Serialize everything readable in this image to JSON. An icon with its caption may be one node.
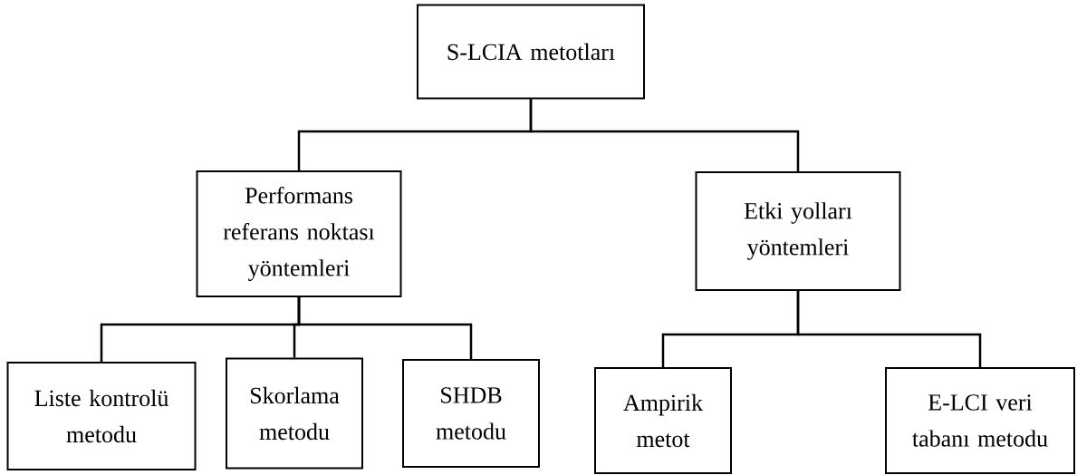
{
  "diagram": {
    "nodes": [
      {
        "text": [
          "S-LCIA metotları"
        ]
      },
      {
        "text": [
          "Performans referans noktası yöntemleri"
        ]
      },
      {
        "text": [
          "Etki yolları yöntemleri"
        ]
      },
      {
        "text": [
          "Liste kontrolü metodu"
        ]
      },
      {
        "text": [
          "Skorlama metodu"
        ]
      },
      {
        "text": [
          "SHDB metodu"
        ]
      },
      {
        "text": [
          "Ampirik metot"
        ]
      },
      {
        "text": [
          "E-LCI veri tabanı metodu"
        ]
      }
    ],
    "edges": [
      {
        "from": 0,
        "to": 1,
        "arrow": "none"
      },
      {
        "from": 0,
        "to": 2,
        "arrow": "none"
      },
      {
        "from": 1,
        "to": 3,
        "arrow": "none"
      },
      {
        "from": 1,
        "to": 4,
        "arrow": "none"
      },
      {
        "from": 1,
        "to": 5,
        "arrow": "none"
      },
      {
        "from": 2,
        "to": 6,
        "arrow": "none"
      },
      {
        "from": 2,
        "to": 7,
        "arrow": "none"
      }
    ]
  }
}
